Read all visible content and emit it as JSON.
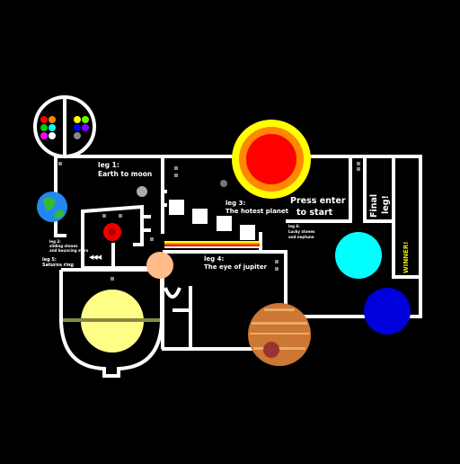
{
  "game": {
    "player_dot_colors": [
      "#ff0000",
      "#ff8800",
      "#00cc00",
      "#00ffff",
      "#ff00ff",
      "#ffffff",
      "#ffff00",
      "#66ff00",
      "#0000ff",
      "#8800ff",
      "#888888",
      "#000000"
    ],
    "labels": {
      "leg1": "leg 1:",
      "leg1_sub": "Earth to moon",
      "leg2": "leg 2:",
      "leg2_line2": "sliding stones",
      "leg2_line3": "and bouncing stars",
      "leg3": "leg 3:",
      "leg3_sub": "The hotest planet",
      "leg4": "leg 4:",
      "leg4_sub": "The eye of jupiter",
      "leg5": "leg 5:",
      "leg5_sub": "Saturns ring",
      "leg6": "leg 6:",
      "leg6_line2": "Lucky stones",
      "leg6_line3": "and neptune",
      "start_line1": "Press enter",
      "start_line2": "to start",
      "final_line1": "Final",
      "final_line2": "leg!",
      "winner": "WINNER!"
    },
    "arrows": "◀◀◀",
    "colors": {
      "wall": "#ffffff",
      "sun_outer": "#ffff00",
      "sun_mid": "#ff8800",
      "sun_core": "#ff0000",
      "earth_ocean": "#2288ee",
      "earth_land": "#33bb33",
      "moon": "#aaaaaa",
      "mars": "#ee0000",
      "venus": "#ffbb88",
      "saturn": "#ffff88",
      "saturn_ring": "#888844",
      "jupiter": "#cc7733",
      "jupiter_band": "#eeaa66",
      "jupiter_spot": "#993333",
      "uranus": "#00ffff",
      "neptune": "#0000dd",
      "stripe_colors": [
        "#ffff00",
        "#ff8800",
        "#ff0000",
        "#ffffff"
      ]
    }
  }
}
